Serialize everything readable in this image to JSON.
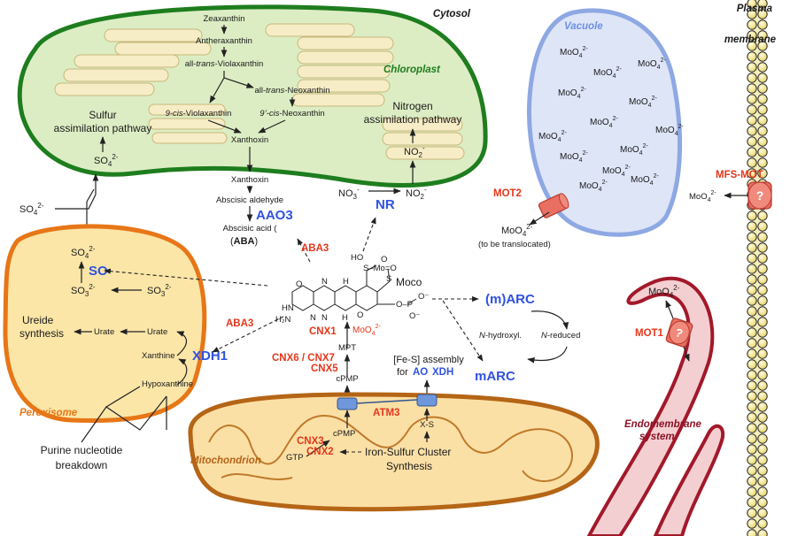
{
  "compartments": {
    "cytosol": "Cytosol",
    "chloroplast": "Chloroplast",
    "vacuole": "Vacuole",
    "plasma_membrane": "Plasma membrane",
    "peroxisome": "Peroxisome",
    "mitochondrion": "Mitochondrion",
    "endomembrane": "Endomembrane system"
  },
  "chloroplast": {
    "zeaxanthin": "Zeaxanthin",
    "antheraxanthin": "Antheraxanthin",
    "violaxanthin_prefix": "all-",
    "violaxanthin_italic": "trans",
    "violaxanthin_suffix": "-Violaxanthin",
    "neoxanthin_prefix": "all-",
    "neoxanthin_italic": "trans",
    "neoxanthin_suffix": "-Neoxanthin",
    "cis_viola_italic": "9-cis",
    "cis_viola_suffix": "-Violaxanthin",
    "cis_neo_italic": "9’-cis",
    "cis_neo_suffix": "-Neoxanthin",
    "xanthoxin": "Xanthoxin",
    "sulfur_line1": "Sulfur",
    "sulfur_line2": "assimilation pathway",
    "nitrogen_line1": "Nitrogen",
    "nitrogen_line2": "assimilation pathway",
    "sulfate": "SO",
    "sulfate_sub": "4",
    "sulfate_sup": "2-",
    "nitrite": "NO",
    "nitrite_sub": "2",
    "nitrite_sup": "-"
  },
  "cytosol": {
    "xanthoxin": "Xanthoxin",
    "abscisic_aldehyde": "Abscisic aldehyde",
    "abscisic_acid": "Abscisic acid (",
    "aba": "ABA",
    "abscisic_acid_close": ")",
    "aao3": "AAO3",
    "nr": "NR",
    "nitrate": "NO",
    "nitrate_sub": "3",
    "nitrate_sup": "-",
    "nitrite": "NO",
    "nitrite_sub": "2",
    "nitrite_sup": "-",
    "sulfate": "SO",
    "sulfate_sub": "4",
    "sulfate_sup": "2-",
    "aba3_top": "ABA3",
    "aba3_left": "ABA3",
    "moco": "Moco",
    "marc_m": "(m)ARC",
    "marc": "mARC",
    "n_hydroxyl_italic": "N",
    "n_hydroxyl_suffix": "-hydroxyl.",
    "n_reduced_italic": "N",
    "n_reduced_suffix": "-reduced",
    "cnx1": "CNX1",
    "molybdate_label": "MoO",
    "molybdate_sub": "4",
    "molybdate_sup": "2-",
    "mpt": "MPT",
    "cnx6_cnx7": "CNX6 / CNX7",
    "cnx5": "CNX5",
    "cpmp": "cPMP",
    "fes_line1": "[Fe-S] assembly",
    "fes_for": "for",
    "ao": "AO",
    "xdh": "XDH",
    "purine_line1": "Purine nucleotide",
    "purine_line2": "breakdown"
  },
  "peroxisome": {
    "sulfate": "SO",
    "sulfate_sub": "4",
    "sulfate_sup": "2-",
    "so": "SO",
    "sulfite": "SO",
    "sulfite_sub": "3",
    "sulfite_sup": "2-",
    "sulfite_out": "SO",
    "sulfite_out_sub": "3",
    "sulfite_out_sup": "2-",
    "ureide_line1": "Ureide",
    "ureide_line2": "synthesis",
    "urate_in": "Urate",
    "urate_out": "Urate",
    "xanthine": "Xanthine",
    "hypoxanthine": "Hypoxanthine",
    "xdh1": "XDH1"
  },
  "mitochondrion": {
    "atm3": "ATM3",
    "cpmp": "cPMP",
    "gtp": "GTP",
    "cnx3": "CNX3",
    "cnx2": "CNX2",
    "iron_sulfur_line1": "Iron-Sulfur Cluster",
    "iron_sulfur_line2": "Synthesis",
    "xs": "X-S"
  },
  "vacuole": {
    "molybdate_count": 13,
    "molybdate": "MoO",
    "molybdate_sub": "4",
    "molybdate_sup": "2-",
    "mot2": "MOT2",
    "out_molybdate": "MoO",
    "out_molybdate_sub": "4",
    "out_molybdate_sup": "2-",
    "to_be_translocated": "(to be translocated)"
  },
  "membrane": {
    "mfs_mot": "MFS-MOT",
    "question": "?",
    "molybdate": "MoO",
    "molybdate_sub": "4",
    "molybdate_sup": "2-"
  },
  "endomembrane": {
    "mot1": "MOT1",
    "question": "?",
    "molybdate": "MoO",
    "molybdate_sub": "4",
    "molybdate_sup": "2-"
  },
  "colors": {
    "chloroplast_fill": "#dcedc4",
    "chloroplast_stroke": "#1e7d1e",
    "thylakoid_fill": "#f6edc6",
    "vacuole_fill": "#dde5f7",
    "vacuole_stroke": "#8ea8e3",
    "peroxisome_fill": "#fbe6a8",
    "peroxisome_stroke": "#e77617",
    "mitochondrion_fill": "#fbe0a6",
    "mitochondrion_stroke": "#b56516",
    "endomembrane_fill": "#f4cfd2",
    "endomembrane_stroke": "#a2192a",
    "red_label": "#e5361b",
    "blue_label": "#2f52e0",
    "transporter": "#e86f62"
  }
}
